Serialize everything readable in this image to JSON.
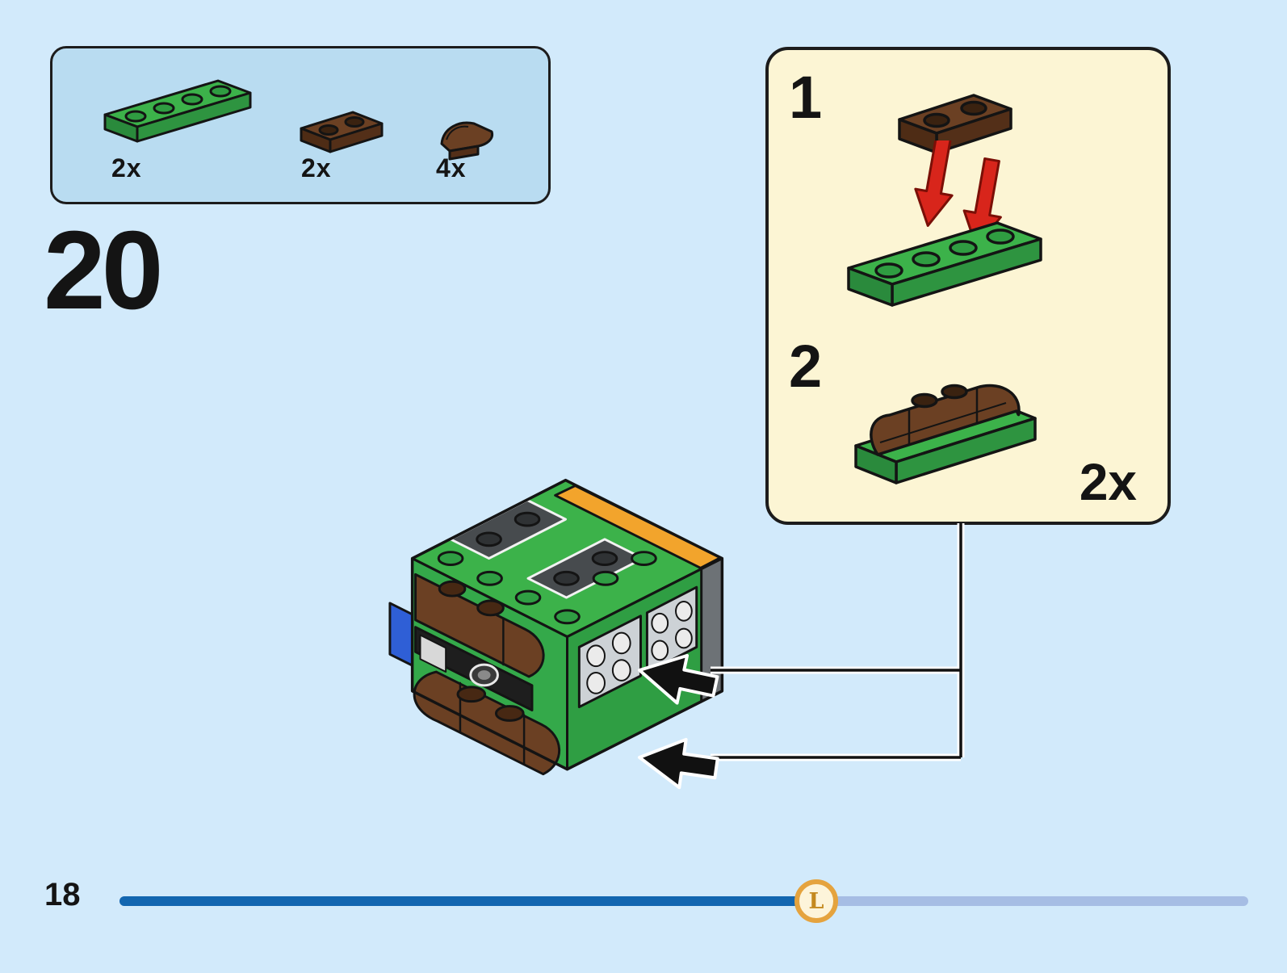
{
  "page": {
    "step_number": "20",
    "page_number": "18"
  },
  "parts_box": {
    "items": [
      {
        "part": "green-1x4-plate",
        "count": "2x"
      },
      {
        "part": "brown-1x2-plate",
        "count": "2x"
      },
      {
        "part": "brown-curved-slope",
        "count": "4x"
      }
    ]
  },
  "callout": {
    "substeps": [
      {
        "label": "1"
      },
      {
        "label": "2"
      }
    ],
    "quantity": "2x"
  },
  "footer": {
    "badge_letter": "L"
  },
  "colors": {
    "background": "#d2eafb",
    "parts_box_bg": "#b9dcf1",
    "callout_bg": "#fcf5d4",
    "brick_green": "#3cb24a",
    "brick_brown": "#6b4023",
    "arrow_red": "#d8251b",
    "accent_orange": "#f2a42c",
    "accent_blue": "#2f5fd6",
    "progress_dark": "#1266b0",
    "progress_light": "#a6bde4",
    "badge_gold": "#e5a33e"
  }
}
